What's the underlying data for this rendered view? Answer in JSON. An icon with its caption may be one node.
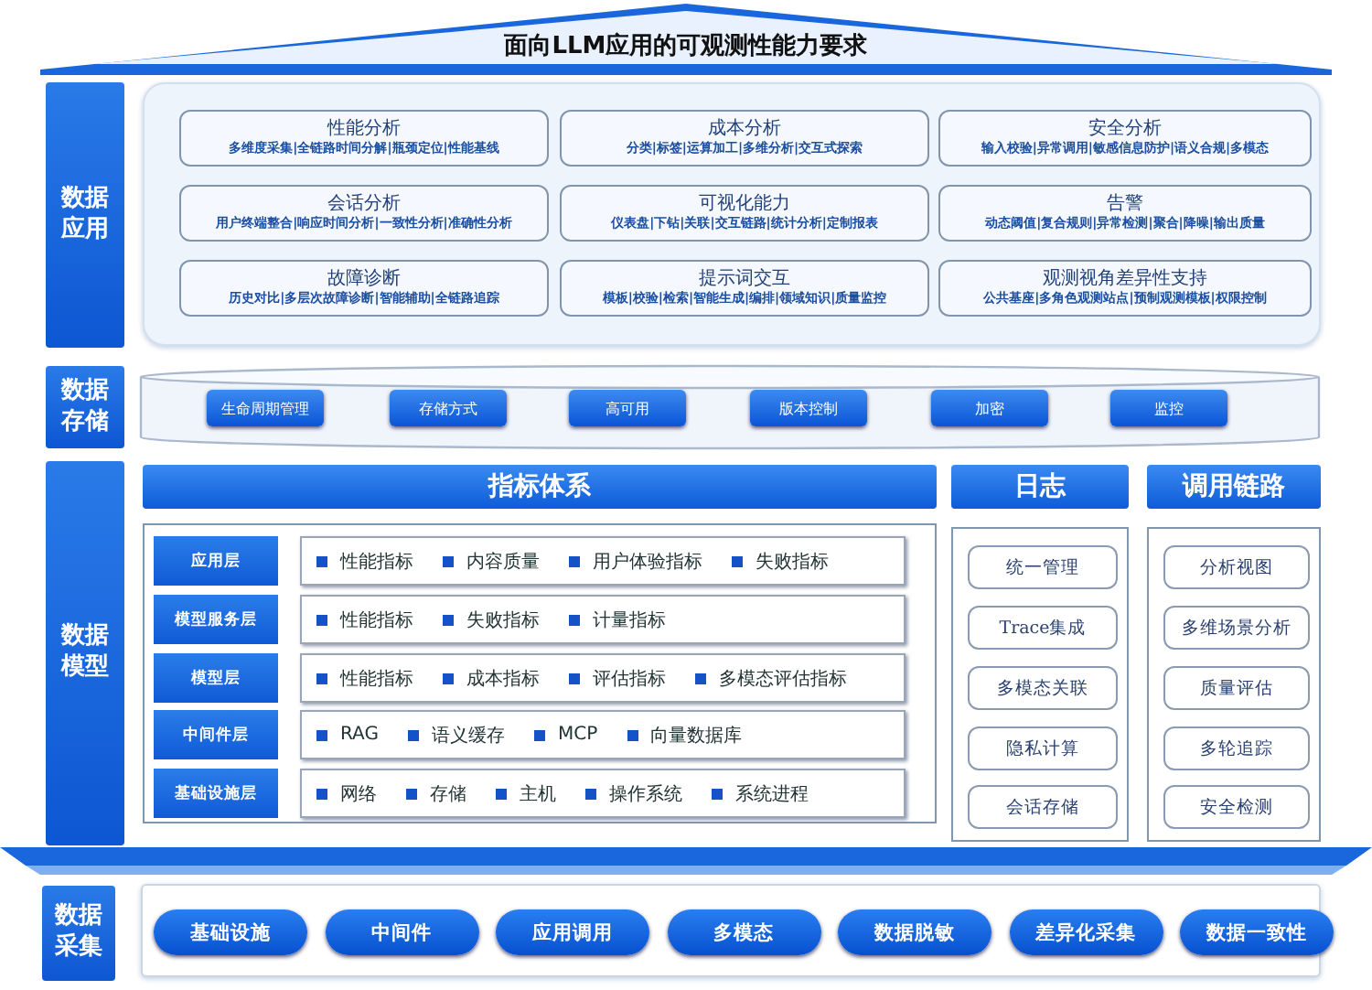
{
  "diagram": {
    "title": "面向LLM应用的可观测性能力要求",
    "nodes": [
      {
        "text": [
          "数据应用"
        ]
      },
      {
        "text": [],
        "shape": "box"
      },
      {
        "text": [
          "性能分析",
          "多维度采集|全链路时间分解|瓶颈定位|性能基线"
        ],
        "in": 1
      },
      {
        "text": [
          "成本分析",
          "分类|标签|运算加工|多维分析|交互式探索"
        ],
        "in": 1
      },
      {
        "text": [
          "安全分析",
          "输入校验|异常调用|敏感信息防护|语义合规|多模态"
        ],
        "in": 1
      },
      {
        "text": [
          "会话分析",
          "用户终端整合|响应时间分析|一致性分析|准确性分析"
        ],
        "in": 1
      },
      {
        "text": [
          "可视化能力",
          "仪表盘|下钻|关联|交互链路|统计分析|定制报表"
        ],
        "in": 1
      },
      {
        "text": [
          "告警",
          "动态阈值|复合规则|异常检测|聚合|降噪|输出质量"
        ],
        "in": 1
      },
      {
        "text": [
          "故障诊断",
          "历史对比|多层次故障诊断|智能辅助|全链路追踪"
        ],
        "in": 1
      },
      {
        "text": [
          "提示词交互",
          "模板|校验|检索|智能生成|编排|领域知识|质量监控"
        ],
        "in": 1
      },
      {
        "text": [
          "观测视角差异性支持",
          "公共基座|多角色观测站点|预制观测模板|权限控制"
        ],
        "in": 1
      },
      {
        "text": [
          "数据存储"
        ]
      },
      {
        "text": [],
        "shape": "cylinder"
      },
      {
        "text": [
          "生命周期管理"
        ],
        "in": 12
      },
      {
        "text": [
          "存储方式"
        ],
        "in": 12
      },
      {
        "text": [
          "高可用"
        ],
        "in": 12
      },
      {
        "text": [
          "版本控制"
        ],
        "in": 12
      },
      {
        "text": [
          "加密"
        ],
        "in": 12
      },
      {
        "text": [
          "监控"
        ],
        "in": 12
      },
      {
        "text": [
          "数据模型"
        ]
      },
      {
        "text": [
          "指标体系"
        ]
      },
      {
        "text": [],
        "shape": "box"
      },
      {
        "text": [
          "应用层"
        ],
        "in": 21
      },
      {
        "text": [
          "性能指标",
          "内容质量",
          "用户体验指标",
          "失败指标"
        ],
        "in": 21
      },
      {
        "text": [
          "模型服务层"
        ],
        "in": 21
      },
      {
        "text": [
          "性能指标",
          "失败指标",
          "计量指标"
        ],
        "in": 21
      },
      {
        "text": [
          "模型层"
        ],
        "in": 21
      },
      {
        "text": [
          "性能指标",
          "成本指标",
          "评估指标",
          "多模态评估指标"
        ],
        "in": 21
      },
      {
        "text": [
          "中间件层"
        ],
        "in": 21
      },
      {
        "text": [
          "RAG",
          "语义缓存",
          "MCP",
          "向量数据库"
        ],
        "in": 21
      },
      {
        "text": [
          "基础设施层"
        ],
        "in": 21
      },
      {
        "text": [
          "网络",
          "存储",
          "主机",
          "操作系统",
          "系统进程"
        ],
        "in": 21
      },
      {
        "text": [
          "日志"
        ]
      },
      {
        "text": [],
        "shape": "box"
      },
      {
        "text": [
          "统一管理"
        ],
        "in": 33
      },
      {
        "text": [
          "Trace集成"
        ],
        "in": 33
      },
      {
        "text": [
          "多模态关联"
        ],
        "in": 33
      },
      {
        "text": [
          "隐私计算"
        ],
        "in": 33
      },
      {
        "text": [
          "会话存储"
        ],
        "in": 33
      },
      {
        "text": [
          "调用链路"
        ]
      },
      {
        "text": [],
        "shape": "box"
      },
      {
        "text": [
          "分析视图"
        ],
        "in": 40
      },
      {
        "text": [
          "多维场景分析"
        ],
        "in": 40
      },
      {
        "text": [
          "质量评估"
        ],
        "in": 40
      },
      {
        "text": [
          "多轮追踪"
        ],
        "in": 40
      },
      {
        "text": [
          "安全检测"
        ],
        "in": 40
      },
      {
        "text": [
          "数据采集"
        ]
      },
      {
        "text": [],
        "shape": "box"
      },
      {
        "text": [
          "基础设施"
        ],
        "in": 47
      },
      {
        "text": [
          "中间件"
        ],
        "in": 47
      },
      {
        "text": [
          "应用调用"
        ],
        "in": 47
      },
      {
        "text": [
          "多模态"
        ],
        "in": 47
      },
      {
        "text": [
          "数据脱敏"
        ],
        "in": 47
      },
      {
        "text": [
          "差异化采集"
        ],
        "in": 47
      },
      {
        "text": [
          "数据一致性"
        ],
        "in": 47
      }
    ]
  }
}
